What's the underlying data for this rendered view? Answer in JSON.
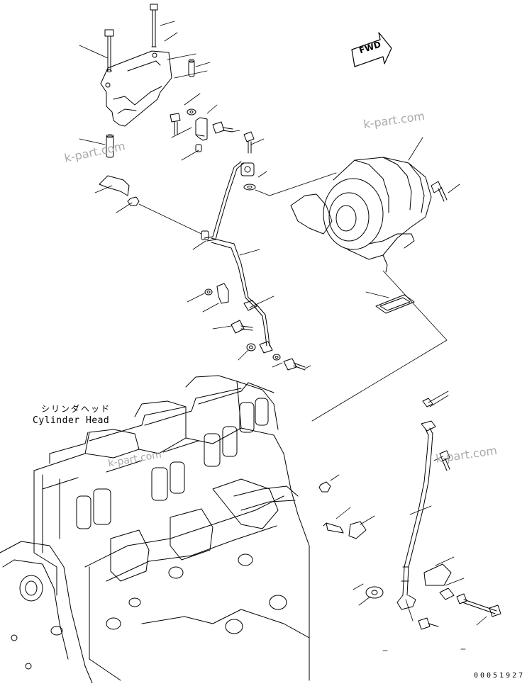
{
  "labels": {
    "cylinder_head_jp": "シリンダヘッド",
    "cylinder_head_en": "Cylinder Head",
    "fwd": "FWD",
    "doc_number": "00051927"
  },
  "watermarks": [
    "k-part.com",
    "k-part.com",
    "k-part.com",
    "k-part.com"
  ],
  "colors": {
    "line": "#000000",
    "watermark": "#a9a9a9",
    "background": "#ffffff"
  }
}
